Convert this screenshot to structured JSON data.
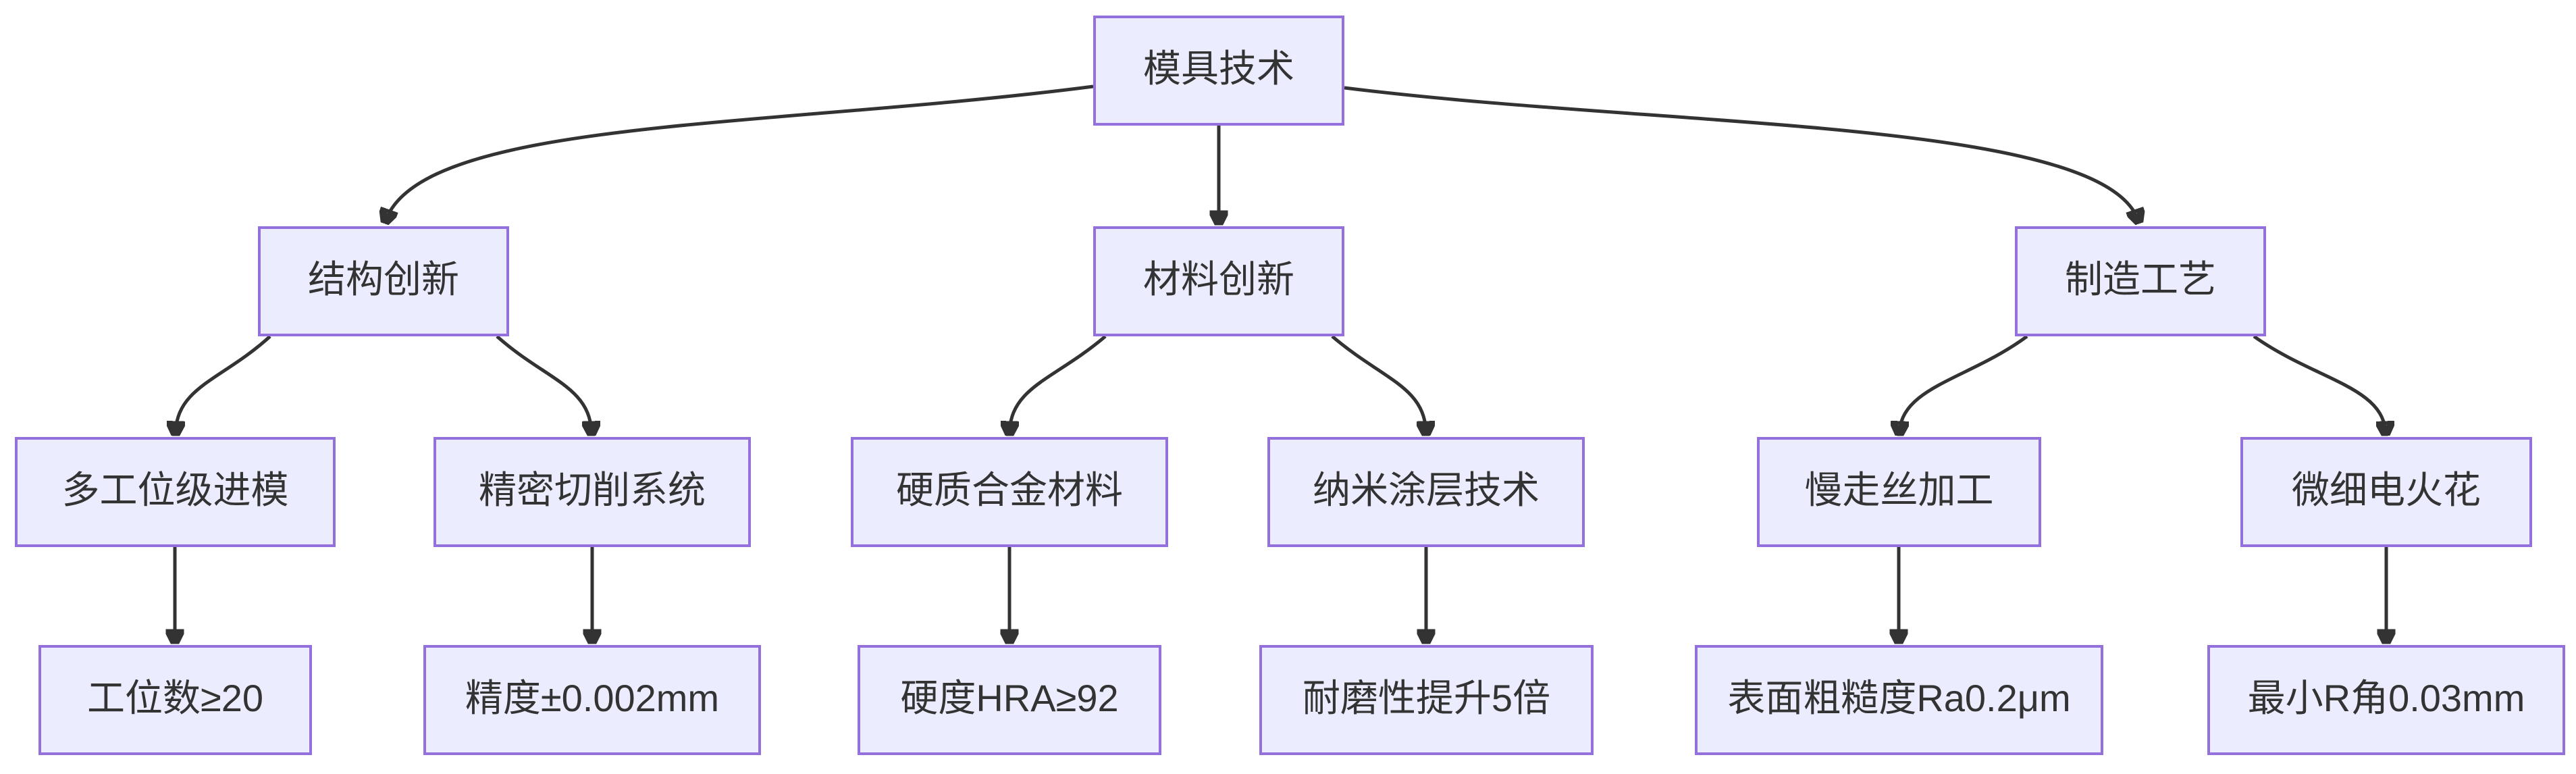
{
  "diagram": {
    "type": "flowchart-top-down",
    "title": "模具技术",
    "colors": {
      "node_fill": "#ECECFF",
      "node_border": "#9370DB",
      "node_text": "#333333",
      "edge_color": "#333333",
      "background": "#FFFFFF"
    },
    "nodes": [
      {
        "id": "mold-tech",
        "label": "模具技术",
        "level": 1
      },
      {
        "id": "structure-innovation",
        "label": "结构创新",
        "level": 2
      },
      {
        "id": "material-innovation",
        "label": "材料创新",
        "level": 2
      },
      {
        "id": "manufacturing-process",
        "label": "制造工艺",
        "level": 2
      },
      {
        "id": "multi-station-die",
        "label": "多工位级进模",
        "level": 3
      },
      {
        "id": "precision-cutting",
        "label": "精密切削系统",
        "level": 3
      },
      {
        "id": "carbide-material",
        "label": "硬质合金材料",
        "level": 3
      },
      {
        "id": "nano-coating",
        "label": "纳米涂层技术",
        "level": 3
      },
      {
        "id": "slow-wire-edm",
        "label": "慢走丝加工",
        "level": 3
      },
      {
        "id": "micro-edm",
        "label": "微细电火花",
        "level": 3
      },
      {
        "id": "station-count-spec",
        "label": "工位数≥20",
        "level": 4
      },
      {
        "id": "precision-spec",
        "label": "精度±0.002mm",
        "level": 4
      },
      {
        "id": "hardness-spec",
        "label": "硬度HRA≥92",
        "level": 4
      },
      {
        "id": "wear-spec",
        "label": "耐磨性提升5倍",
        "level": 4
      },
      {
        "id": "roughness-spec",
        "label": "表面粗糙度Ra0.2μm",
        "level": 4
      },
      {
        "id": "min-radius-spec",
        "label": "最小R角0.03mm",
        "level": 4
      }
    ],
    "edges": [
      {
        "from": "模具技术",
        "to": "结构创新"
      },
      {
        "from": "模具技术",
        "to": "材料创新"
      },
      {
        "from": "模具技术",
        "to": "制造工艺"
      },
      {
        "from": "结构创新",
        "to": "多工位级进模"
      },
      {
        "from": "结构创新",
        "to": "精密切削系统"
      },
      {
        "from": "材料创新",
        "to": "硬质合金材料"
      },
      {
        "from": "材料创新",
        "to": "纳米涂层技术"
      },
      {
        "from": "制造工艺",
        "to": "慢走丝加工"
      },
      {
        "from": "制造工艺",
        "to": "微细电火花"
      },
      {
        "from": "多工位级进模",
        "to": "工位数≥20"
      },
      {
        "from": "精密切削系统",
        "to": "精度±0.002mm"
      },
      {
        "from": "硬质合金材料",
        "to": "硬度HRA≥92"
      },
      {
        "from": "纳米涂层技术",
        "to": "耐磨性提升5倍"
      },
      {
        "from": "慢走丝加工",
        "to": "表面粗糙度Ra0.2μm"
      },
      {
        "from": "微细电火花",
        "to": "最小R角0.03mm"
      }
    ]
  }
}
